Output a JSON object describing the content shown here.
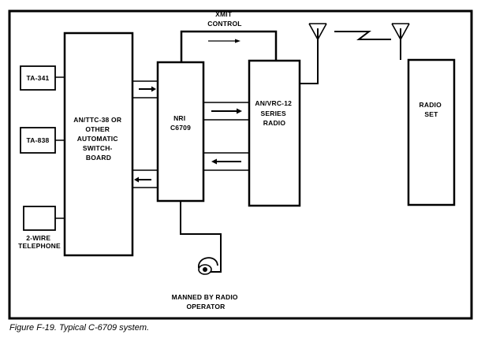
{
  "diagram": {
    "xmit_control": [
      "XMIT",
      "CONTROL"
    ],
    "ta341": "TA-341",
    "ta838": "TA-838",
    "telephone": [
      "2-WIRE",
      "TELEPHONE"
    ],
    "switchboard": [
      "AN/TTC-38 OR",
      "OTHER",
      "AUTOMATIC",
      "SWITCH-",
      "BOARD"
    ],
    "nri": [
      "NRI",
      "C6709"
    ],
    "vrc": [
      "AN/VRC-12",
      "SERIES",
      "RADIO"
    ],
    "radio_set": [
      "RADIO",
      "SET"
    ],
    "operator": [
      "MANNED BY RADIO",
      "OPERATOR"
    ]
  },
  "caption": "Figure F-19. Typical C-6709 system."
}
